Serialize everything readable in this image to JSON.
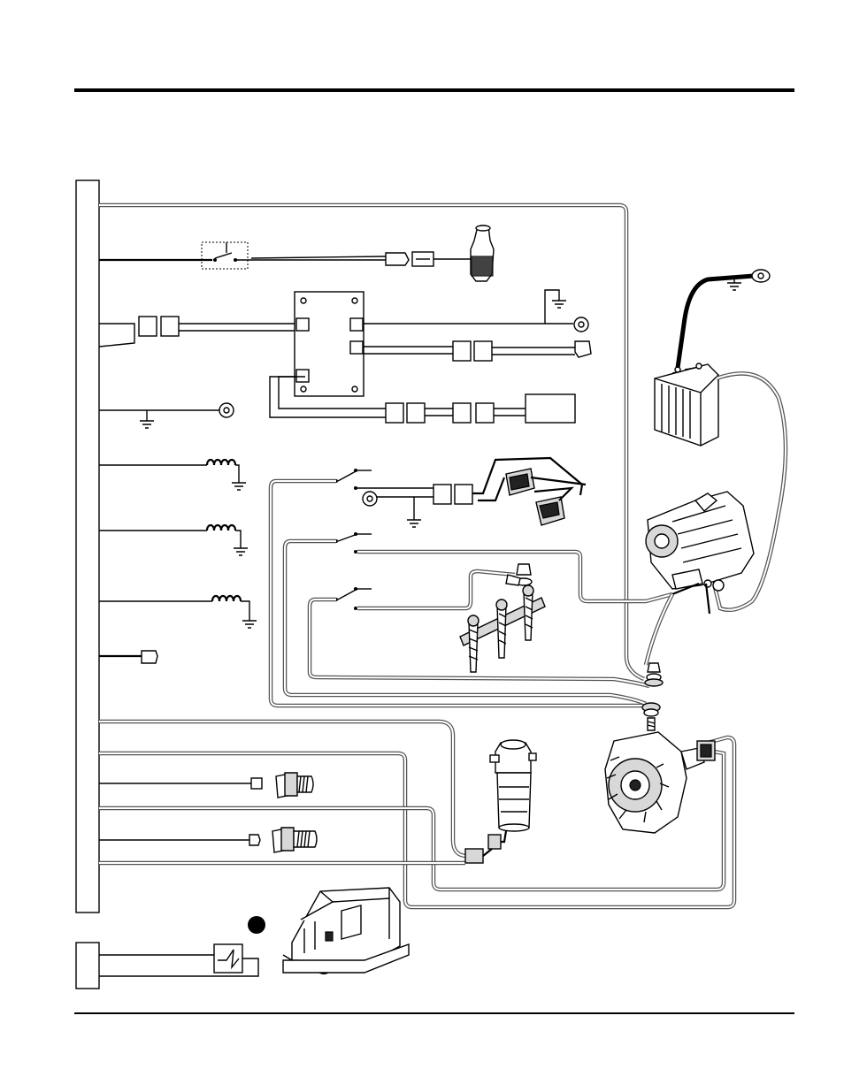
{
  "figure": {
    "type": "wiring-diagram",
    "colors": {
      "line": "#000000",
      "harness": "#555555",
      "part_fill": "#d8d8d8",
      "background": "#ffffff"
    },
    "text_labels": []
  },
  "components": [
    "controller-module-bar",
    "terminal-block",
    "inline-fuse-switch",
    "glow-plug-relay",
    "battery",
    "starter-motor",
    "alternator",
    "fuel-filter",
    "oil-pressure-sender",
    "coolant-temp-sender",
    "glow-plugs",
    "engine-mount-bracket",
    "battery-cable",
    "callout-dot"
  ]
}
